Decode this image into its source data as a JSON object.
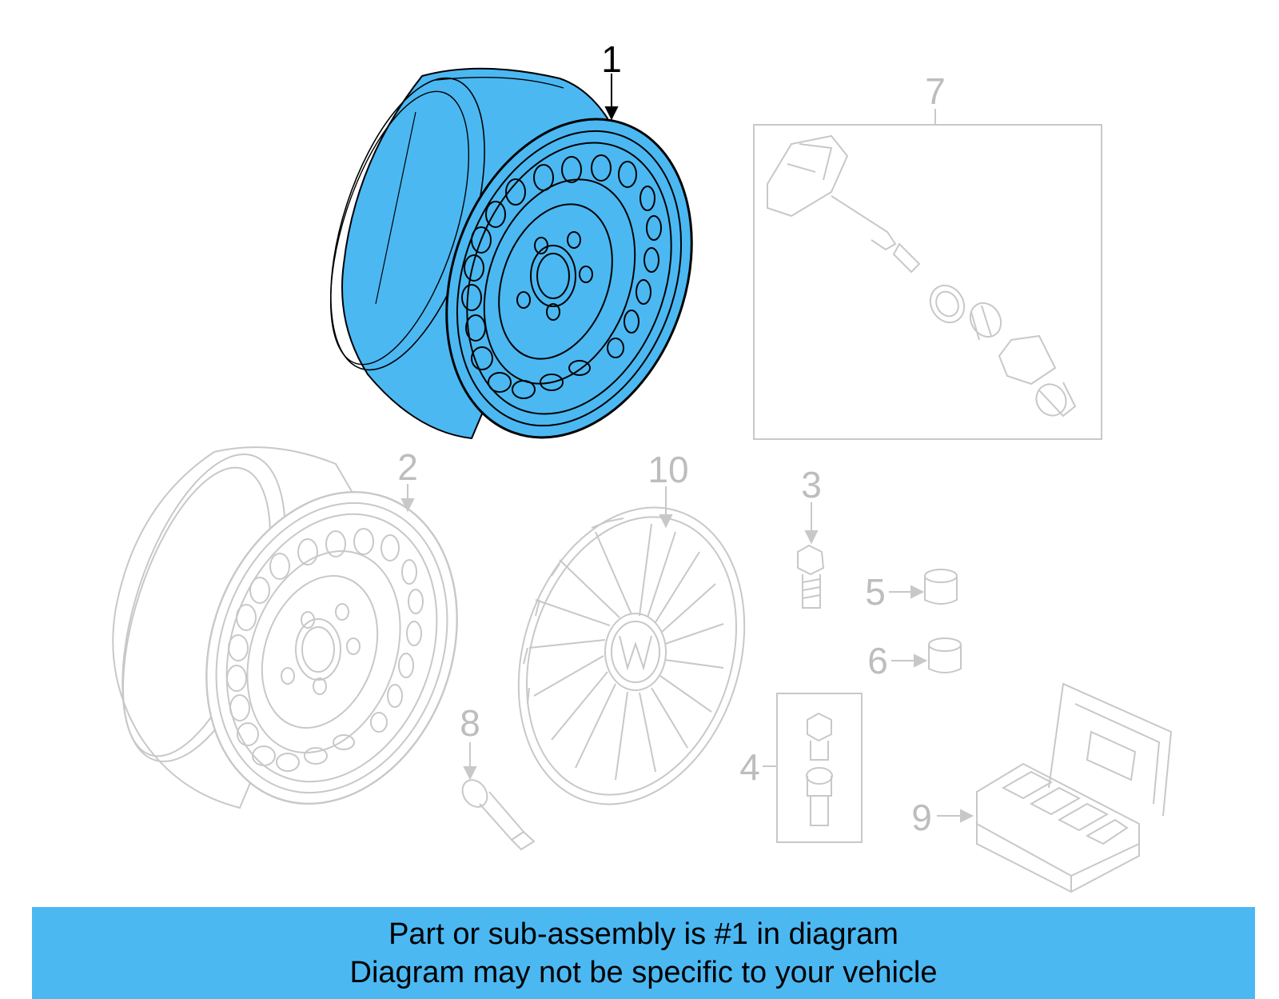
{
  "callouts": {
    "c1": "1",
    "c2": "2",
    "c3": "3",
    "c4": "4",
    "c5": "5",
    "c6": "6",
    "c7": "7",
    "c8": "8",
    "c9": "9",
    "c10": "10"
  },
  "banner": {
    "line1": "Part or sub-assembly is #1 in diagram",
    "line2": "Diagram may not be specific to your vehicle"
  },
  "colors": {
    "highlight": "#4bb8f2",
    "ghost": "#c8c8c8",
    "label_gray": "#bdbdbd"
  }
}
